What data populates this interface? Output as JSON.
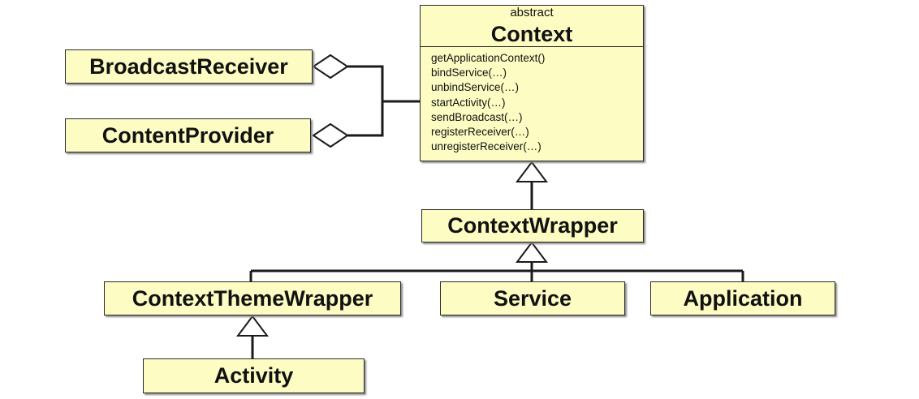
{
  "colors": {
    "box_fill": "#fdfcc2",
    "line": "#1a1a1a"
  },
  "context": {
    "stereotype": "abstract",
    "name": "Context",
    "methods": [
      "getApplicationContext()",
      "bindService(…)",
      "unbindService(…)",
      "startActivity(…)",
      "sendBroadcast(…)",
      "registerReceiver(…)",
      "unregisterReceiver(…)"
    ]
  },
  "classes": {
    "broadcast_receiver": "BroadcastReceiver",
    "content_provider": "ContentProvider",
    "context_wrapper": "ContextWrapper",
    "context_theme_wrapper": "ContextThemeWrapper",
    "service": "Service",
    "application": "Application",
    "activity": "Activity"
  }
}
